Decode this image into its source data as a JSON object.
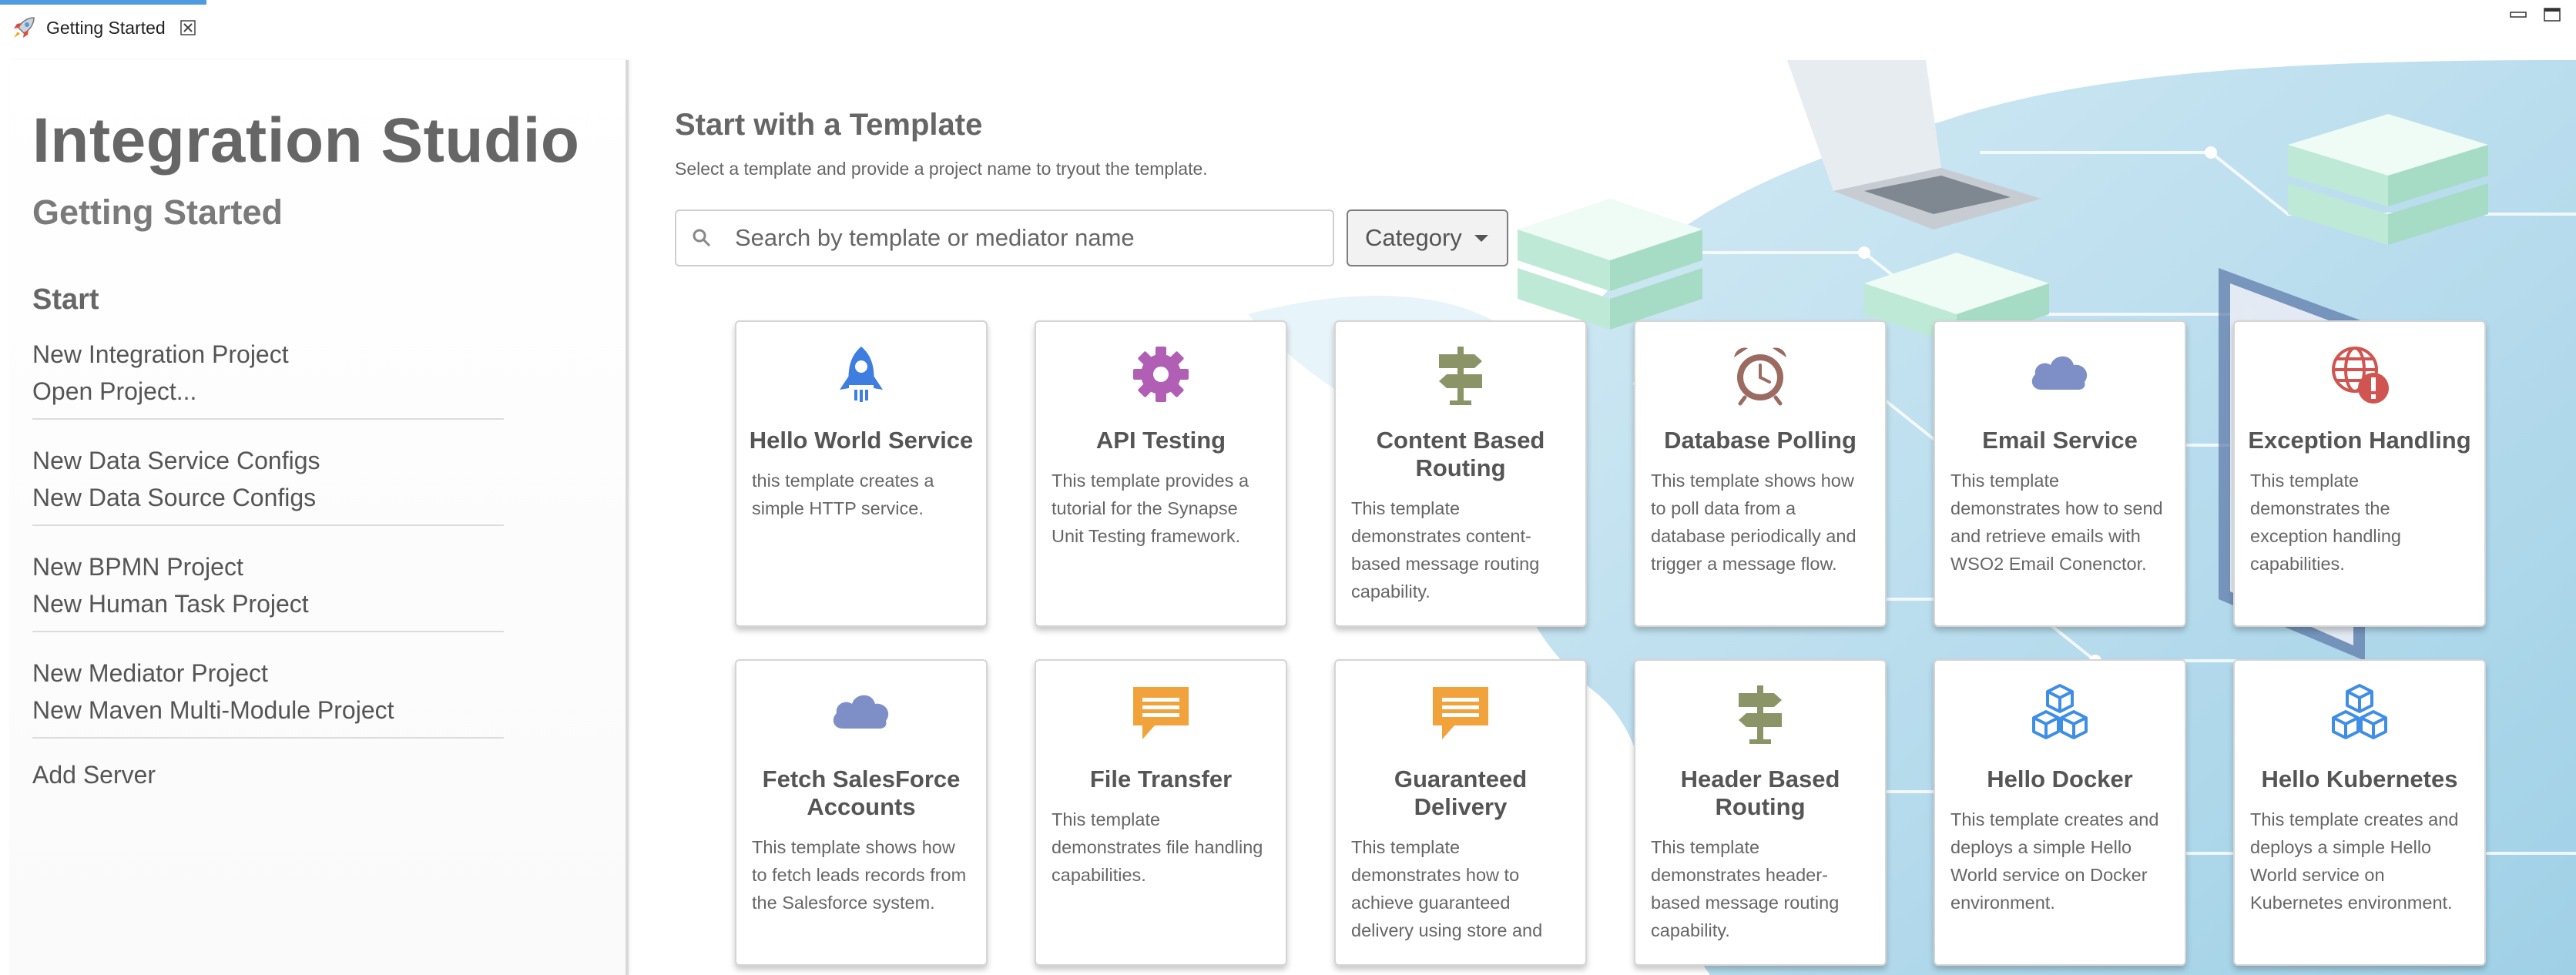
{
  "tab": {
    "label": "Getting Started"
  },
  "sidebar": {
    "title": "Integration Studio",
    "subtitle": "Getting Started",
    "section": "Start",
    "groups": [
      [
        "New Integration Project",
        "Open Project..."
      ],
      [
        "New Data Service Configs",
        "New Data Source Configs"
      ],
      [
        "New BPMN Project",
        "New Human Task Project"
      ],
      [
        "New Mediator Project",
        "New Maven Multi-Module Project"
      ],
      [
        "Add Server"
      ]
    ]
  },
  "main": {
    "title": "Start with a Template",
    "subtitle": "Select a template and provide a project name to tryout the template.",
    "search_placeholder": "Search by template or mediator name",
    "category_label": "Category"
  },
  "colors": {
    "accent": "#4f9ae0",
    "rocket": "#3d7ee0",
    "gear": "#b05fb5",
    "signpost": "#8a9467",
    "clock": "#9b6a60",
    "cloud": "#7e8fc8",
    "globe": "#d0544f",
    "message": "#f2a23a",
    "cube": "#3f8ee6"
  },
  "cards": [
    {
      "icon": "rocket-icon",
      "title": "Hello World Service",
      "desc": "this template creates a simple HTTP service."
    },
    {
      "icon": "gear-icon",
      "title": "API Testing",
      "desc": "This template provides a tutorial for the Synapse Unit Testing framework."
    },
    {
      "icon": "signpost-icon",
      "title": "Content Based Routing",
      "desc": "This template demonstrates content-based message routing capability."
    },
    {
      "icon": "alarm-clock-icon",
      "title": "Database Polling",
      "desc": "This template shows how to poll data from a database periodically and trigger a message flow."
    },
    {
      "icon": "cloud-icon",
      "title": "Email Service",
      "desc": "This template demonstrates how to send and retrieve emails with WSO2 Email Conenctor."
    },
    {
      "icon": "globe-alert-icon",
      "title": "Exception Handling",
      "desc": "This template demonstrates the exception handling capabilities."
    },
    {
      "icon": "cloud-icon",
      "title": "Fetch SalesForce Accounts",
      "desc": "This template shows how to fetch leads records from the Salesforce system."
    },
    {
      "icon": "message-icon",
      "title": "File Transfer",
      "desc": "This template demonstrates file handling capabilities."
    },
    {
      "icon": "message-icon",
      "title": "Guaranteed Delivery",
      "desc": "This template demonstrates how to achieve guaranteed delivery using store and"
    },
    {
      "icon": "signpost-icon",
      "title": "Header Based Routing",
      "desc": "This template demonstrates header-based message routing capability."
    },
    {
      "icon": "cubes-icon",
      "title": "Hello Docker",
      "desc": "This template creates and deploys a simple Hello World service on Docker environment."
    },
    {
      "icon": "cubes-icon",
      "title": "Hello Kubernetes",
      "desc": "This template creates and deploys a simple Hello World service on Kubernetes environment."
    }
  ]
}
